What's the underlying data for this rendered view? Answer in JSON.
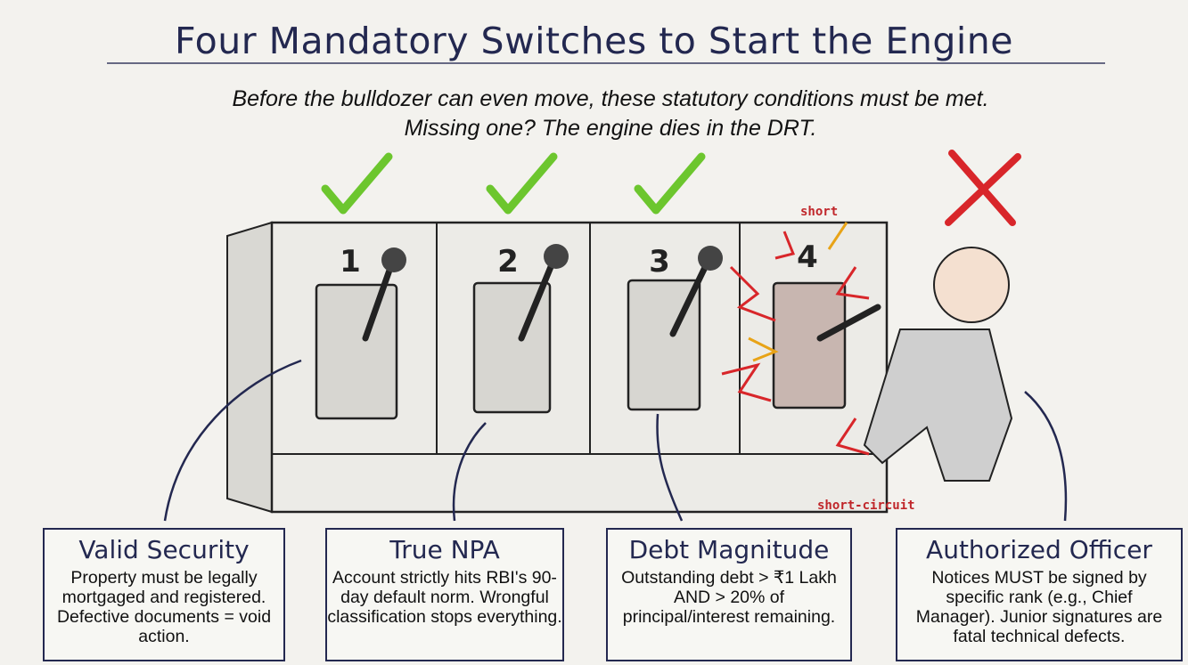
{
  "title": "Four Mandatory Switches to Start the Engine",
  "subtitle": [
    "Before the bulldozer can even move, these statutory conditions must be met.",
    "Missing one? The engine dies in the DRT."
  ],
  "switches": [
    {
      "number": "1",
      "status": "check",
      "heading": "Valid Security",
      "text": "Property must be legally mortgaged and registered. Defective documents = void action."
    },
    {
      "number": "2",
      "status": "check",
      "heading": "True NPA",
      "text": "Account strictly hits RBI's 90-day default norm. Wrongful classification stops everything."
    },
    {
      "number": "3",
      "status": "check",
      "heading": "Debt Magnitude",
      "text": "Outstanding debt > ₹1 Lakh AND > 20% of principal/interest remaining."
    },
    {
      "number": "4",
      "status": "cross",
      "heading": "Authorized Officer",
      "text": "Notices MUST be signed by specific rank (e.g., Chief Manager). Junior signatures are fatal technical defects."
    }
  ],
  "labels": {
    "short": "short",
    "short_circuit": "short-circuit"
  },
  "colors": {
    "ink": "#232850",
    "check": "#6cc62e",
    "cross": "#d8262a",
    "spark": "#e8a317"
  }
}
